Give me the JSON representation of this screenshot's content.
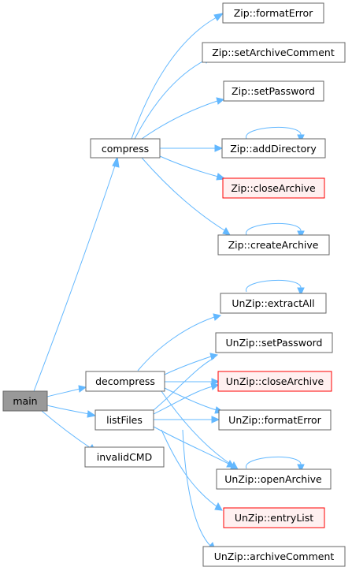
{
  "nodes": {
    "main": {
      "label": "main",
      "style": "highlight"
    },
    "compress": {
      "label": "compress",
      "style": "normal"
    },
    "decompress": {
      "label": "decompress",
      "style": "normal"
    },
    "listFiles": {
      "label": "listFiles",
      "style": "normal"
    },
    "invalidCMD": {
      "label": "invalidCMD",
      "style": "normal"
    },
    "zip_formatError": {
      "label": "Zip::formatError",
      "style": "normal"
    },
    "zip_setArchiveComment": {
      "label": "Zip::setArchiveComment",
      "style": "normal"
    },
    "zip_setPassword": {
      "label": "Zip::setPassword",
      "style": "normal"
    },
    "zip_addDirectory": {
      "label": "Zip::addDirectory",
      "style": "normal"
    },
    "zip_closeArchive": {
      "label": "Zip::closeArchive",
      "style": "red"
    },
    "zip_createArchive": {
      "label": "Zip::createArchive",
      "style": "normal"
    },
    "unzip_extractAll": {
      "label": "UnZip::extractAll",
      "style": "normal"
    },
    "unzip_setPassword": {
      "label": "UnZip::setPassword",
      "style": "normal"
    },
    "unzip_closeArchive": {
      "label": "UnZip::closeArchive",
      "style": "red"
    },
    "unzip_formatError": {
      "label": "UnZip::formatError",
      "style": "normal"
    },
    "unzip_openArchive": {
      "label": "UnZip::openArchive",
      "style": "normal"
    },
    "unzip_entryList": {
      "label": "UnZip::entryList",
      "style": "red"
    },
    "unzip_archiveComment": {
      "label": "UnZip::archiveComment",
      "style": "normal"
    }
  },
  "edges": [
    [
      "main",
      "compress"
    ],
    [
      "main",
      "decompress"
    ],
    [
      "main",
      "listFiles"
    ],
    [
      "main",
      "invalidCMD"
    ],
    [
      "compress",
      "zip_formatError"
    ],
    [
      "compress",
      "zip_setArchiveComment"
    ],
    [
      "compress",
      "zip_setPassword"
    ],
    [
      "compress",
      "zip_addDirectory"
    ],
    [
      "compress",
      "zip_closeArchive"
    ],
    [
      "compress",
      "zip_createArchive"
    ],
    [
      "zip_addDirectory",
      "zip_addDirectory"
    ],
    [
      "zip_createArchive",
      "zip_createArchive"
    ],
    [
      "decompress",
      "unzip_extractAll"
    ],
    [
      "decompress",
      "unzip_setPassword"
    ],
    [
      "decompress",
      "unzip_closeArchive"
    ],
    [
      "decompress",
      "unzip_formatError"
    ],
    [
      "decompress",
      "unzip_openArchive"
    ],
    [
      "listFiles",
      "unzip_setPassword"
    ],
    [
      "listFiles",
      "unzip_closeArchive"
    ],
    [
      "listFiles",
      "unzip_formatError"
    ],
    [
      "listFiles",
      "unzip_openArchive"
    ],
    [
      "listFiles",
      "unzip_entryList"
    ],
    [
      "listFiles",
      "unzip_archiveComment"
    ],
    [
      "unzip_extractAll",
      "unzip_extractAll"
    ],
    [
      "unzip_openArchive",
      "unzip_openArchive"
    ]
  ]
}
